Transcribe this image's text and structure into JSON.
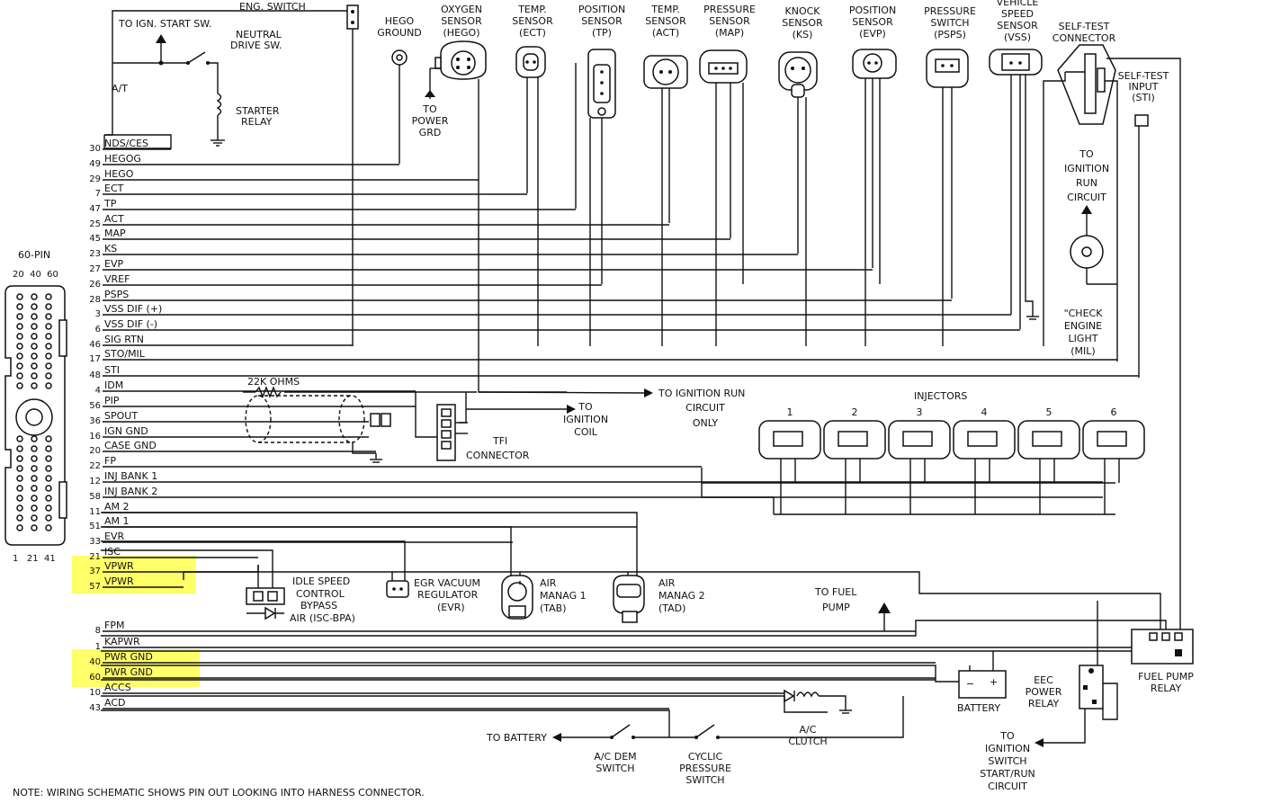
{
  "switches": {
    "eng_switch": "ENG. SWITCH",
    "to_ign_start": "TO IGN. START SW.",
    "neutral_drive": [
      "NEUTRAL",
      "DRIVE SW."
    ],
    "at": "A/T",
    "starter_relay": [
      "STARTER",
      "RELAY"
    ]
  },
  "sensors": [
    {
      "lines": [
        "HEGO",
        "GROUND"
      ]
    },
    {
      "lines": [
        "OXYGEN",
        "SENSOR",
        "(HEGO)"
      ]
    },
    {
      "lines": [
        "TEMP.",
        "SENSOR",
        "(ECT)"
      ]
    },
    {
      "lines": [
        "POSITION",
        "SENSOR",
        "(TP)"
      ]
    },
    {
      "lines": [
        "TEMP.",
        "SENSOR",
        "(ACT)"
      ]
    },
    {
      "lines": [
        "PRESSURE",
        "SENSOR",
        "(MAP)"
      ]
    },
    {
      "lines": [
        "KNOCK",
        "SENSOR",
        "(KS)"
      ]
    },
    {
      "lines": [
        "POSITION",
        "SENSOR",
        "(EVP)"
      ]
    },
    {
      "lines": [
        "PRESSURE",
        "SWITCH",
        "(PSPS)"
      ]
    },
    {
      "lines": [
        "VEHICLE",
        "SPEED",
        "SENSOR",
        "(VSS)"
      ]
    },
    {
      "lines": [
        "SELF-TEST",
        "CONNECTOR"
      ]
    }
  ],
  "to_power_grd": [
    "TO",
    "POWER",
    "GRD"
  ],
  "self_test_input": [
    "SELF-TEST",
    "INPUT",
    "(STI)"
  ],
  "to_ignition_run_circuit": [
    "TO",
    "IGNITION",
    "RUN",
    "CIRCUIT"
  ],
  "check_engine": [
    "\"CHECK",
    "ENGINE",
    "LIGHT",
    "(MIL)"
  ],
  "connector": {
    "title": "60-PIN",
    "top_labels": "20  40  60",
    "bottom_labels": "1   21  41"
  },
  "pins": [
    {
      "num": "30",
      "label": "NDS/CES"
    },
    {
      "num": "49",
      "label": "HEGOG"
    },
    {
      "num": "29",
      "label": "HEGO"
    },
    {
      "num": "7",
      "label": "ECT"
    },
    {
      "num": "47",
      "label": "TP"
    },
    {
      "num": "25",
      "label": "ACT"
    },
    {
      "num": "45",
      "label": "MAP"
    },
    {
      "num": "23",
      "label": "KS"
    },
    {
      "num": "27",
      "label": "EVP"
    },
    {
      "num": "26",
      "label": "VREF"
    },
    {
      "num": "28",
      "label": "PSPS"
    },
    {
      "num": "3",
      "label": "VSS DIF (+)"
    },
    {
      "num": "6",
      "label": "VSS DIF (-)"
    },
    {
      "num": "46",
      "label": "SIG RTN"
    },
    {
      "num": "17",
      "label": "STO/MIL"
    },
    {
      "num": "48",
      "label": "STI"
    },
    {
      "num": "4",
      "label": "IDM"
    },
    {
      "num": "56",
      "label": "PIP"
    },
    {
      "num": "36",
      "label": "SPOUT"
    },
    {
      "num": "16",
      "label": "IGN GND"
    },
    {
      "num": "20",
      "label": "CASE GND"
    },
    {
      "num": "22",
      "label": "FP"
    },
    {
      "num": "12",
      "label": "INJ BANK 1"
    },
    {
      "num": "58",
      "label": "INJ BANK 2"
    },
    {
      "num": "11",
      "label": "AM 2"
    },
    {
      "num": "51",
      "label": "AM 1"
    },
    {
      "num": "33",
      "label": "EVR"
    },
    {
      "num": "21",
      "label": "ISC"
    },
    {
      "num": "37",
      "label": "VPWR"
    },
    {
      "num": "57",
      "label": "VPWR"
    },
    {
      "num": "8",
      "label": "FPM"
    },
    {
      "num": "1",
      "label": "KAPWR"
    },
    {
      "num": "40",
      "label": "PWR GND"
    },
    {
      "num": "60",
      "label": "PWR GND"
    },
    {
      "num": "10",
      "label": "ACCS"
    },
    {
      "num": "43",
      "label": "ACD"
    }
  ],
  "resistor": "22K OHMS",
  "to_ignition_coil": [
    "TO",
    "IGNITION",
    "COIL"
  ],
  "to_ignition_run_only": [
    "TO IGNITION RUN",
    "CIRCUIT",
    "ONLY"
  ],
  "tfi": "TFI",
  "tfi_connector": "CONNECTOR",
  "injectors": {
    "title": "INJECTORS",
    "numbers": [
      "1",
      "2",
      "3",
      "4",
      "5",
      "6"
    ]
  },
  "isc_bpa": [
    "IDLE SPEED",
    "CONTROL",
    "BYPASS",
    "AIR (ISC-BPA)"
  ],
  "evr": [
    "EGR VACUUM",
    "REGULATOR",
    "(EVR)"
  ],
  "tab": [
    "AIR",
    "MANAG 1",
    "(TAB)"
  ],
  "tad": [
    "AIR",
    "MANAG 2",
    "(TAD)"
  ],
  "to_fuel_pump": [
    "TO FUEL",
    "PUMP"
  ],
  "battery": "BATTERY",
  "eec_relay": [
    "EEC",
    "POWER",
    "RELAY"
  ],
  "fuel_pump_relay": [
    "FUEL PUMP",
    "RELAY"
  ],
  "to_ign_switch": [
    "TO",
    "IGNITION",
    "SWITCH",
    "START/RUN",
    "CIRCUIT"
  ],
  "ac_clutch": [
    "A/C",
    "CLUTCH"
  ],
  "to_battery": "TO BATTERY",
  "ac_dem": [
    "A/C DEM",
    "SWITCH"
  ],
  "cyclic": [
    "CYCLIC",
    "PRESSURE",
    "SWITCH"
  ],
  "note": "NOTE: WIRING SCHEMATIC SHOWS PIN OUT LOOKING INTO HARNESS CONNECTOR.",
  "colors": {
    "highlight": "#ffff4d",
    "ink": "#111111"
  }
}
